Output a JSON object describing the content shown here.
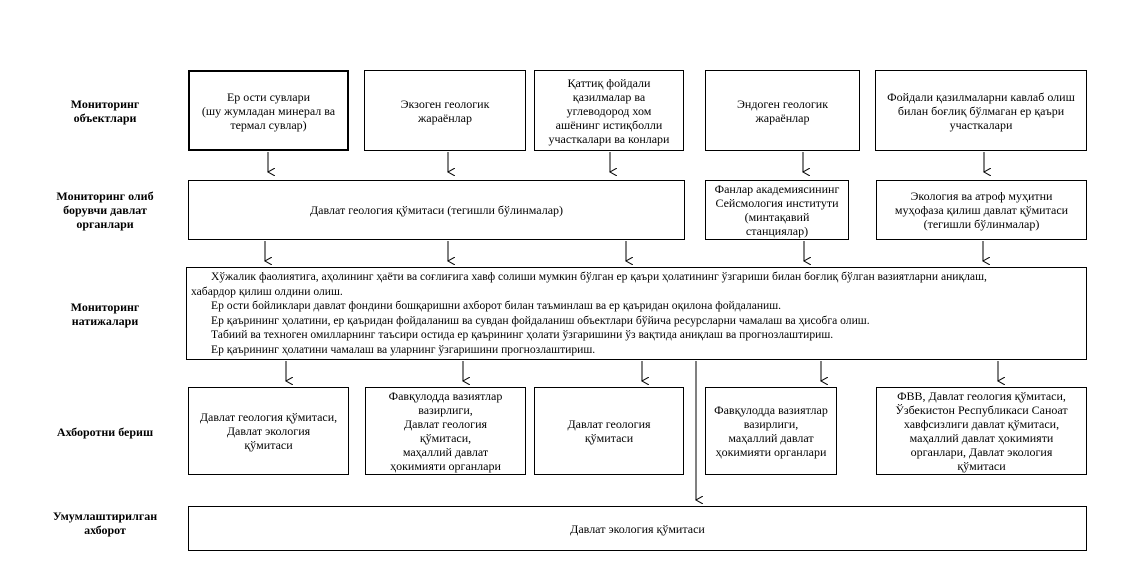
{
  "row_labels": {
    "objects": "Мониторинг\nобъектлари",
    "agencies": "Мониторинг олиб\nборувчи давлат\nорганлари",
    "results": "Мониторинг\nнатижалари",
    "info": "Ахборотни бериш",
    "summary": "Умумлаштирилган\nахборот"
  },
  "objects": [
    "Ер ости сувлари\n(шу жумладан минерал ва\nтермал сувлар)",
    "Экзоген геологик\nжараёнлар",
    "Қаттиқ фойдали\nқазилмалар ва\nуглеводород хом\nашёнинг истиқболли\nучасткалари ва конлари",
    "Эндоген геологик\nжараёнлар",
    "Фойдали қазилмаларни кавлаб олиш\nбилан боғлиқ бўлмаган ер қаъри\nучасткалари"
  ],
  "agencies": [
    "Давлат геология қўмитаси (тегишли бўлинмалар)",
    "Фанлар академиясининг\nСейсмология институти\n(минтақавий\nстанциялар)",
    "Экология ва атроф муҳитни\nмуҳофаза қилиш давлат қўмитаси\n(тегишли бўлинмалар)"
  ],
  "results": [
    "Хўжалик фаолиятига, аҳолининг ҳаёти ва соғлиғига хавф солиши мумкин бўлган ер қаъри ҳолатининг ўзгариши билан боғлиқ бўлган вазиятларни аниқлаш,",
    "хабардор қилиш олдини олиш.",
    "Ер ости бойликлари давлат фондини бошқаришни ахборот билан таъминлаш ва ер қаъридан оқилона фойдаланиш.",
    "Ер қаърининг ҳолатини, ер қаъридан фойдаланиш ва сувдан фойдаланиш объектлари бўйича ресурсларни чамалаш ва ҳисобга олиш.",
    "Табиий ва техноген омилларнинг таъсири остида ер қаърининг ҳолати ўзгаришини ўз вақтида аниқлаш ва прогнозлаштириш.",
    "Ер қаърининг ҳолатини чамалаш ва уларнинг ўзгаришини прогнозлаштириш."
  ],
  "info": [
    "Давлат геология қўмитаси,\nДавлат экология\nқўмитаси",
    "Фавқулодда вазиятлар\nвазирлиги,\nДавлат геология\nқўмитаси,\nмаҳаллий давлат\nҳокимияти органлари",
    "Давлат геология\nқўмитаси",
    "Фавқулодда вазиятлар\nвазирлиги,\nмаҳаллий давлат\nҳокимияти органлари",
    "ФВВ, Давлат геология қўмитаси,\nЎзбекистон Республикаси Саноат\nхавфсизлиги давлат қўмитаси,\nмаҳаллий давлат ҳокимияти\nорганлари, Давлат экология\nқўмитаси"
  ],
  "summary": "Давлат экология қўмитаси"
}
